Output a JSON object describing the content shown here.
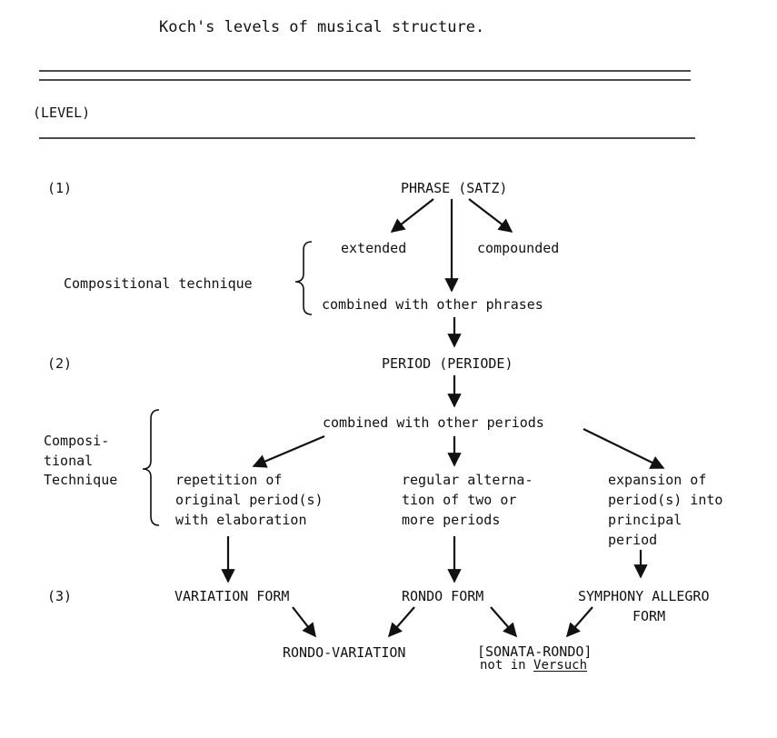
{
  "title": "Koch's levels of musical structure.",
  "header": {
    "level_label": "(LEVEL)"
  },
  "levels": {
    "one": "(1)",
    "two": "(2)",
    "three": "(3)"
  },
  "level1": {
    "phrase": "PHRASE (SATZ)",
    "extended": "extended",
    "compounded": "compounded",
    "combined": "combined with other phrases",
    "technique": "Compositional technique"
  },
  "level2": {
    "period": "PERIOD (PERIODE)",
    "combined": "combined with other periods",
    "technique_lines": [
      "Composi-",
      "tional",
      "Technique"
    ],
    "repetition_lines": [
      "repetition of",
      "original period(s)",
      "with elaboration"
    ],
    "alternation_lines": [
      "regular alterna-",
      "tion of two or",
      "more periods"
    ],
    "expansion_lines": [
      "expansion of",
      "period(s) into",
      "principal",
      "period"
    ]
  },
  "level3": {
    "variation": "VARIATION FORM",
    "rondo": "RONDO FORM",
    "symphony_lines": [
      "SYMPHONY ALLEGRO",
      "FORM"
    ],
    "rondo_variation": "RONDO-VARIATION",
    "sonata_rondo": "[SONATA-RONDO]",
    "not_in": "not in ",
    "versuch": "Versuch"
  }
}
